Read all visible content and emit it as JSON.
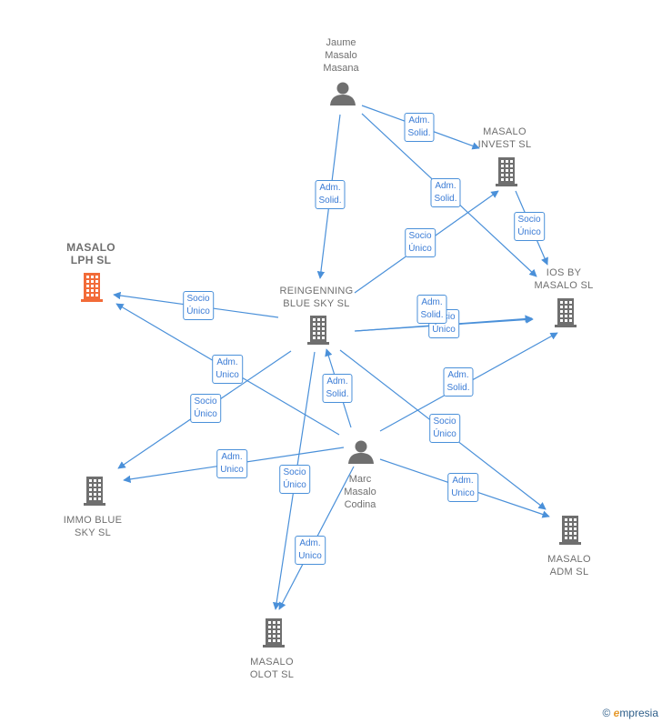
{
  "nodes": {
    "jaume": {
      "label": "Jaume\nMasalo\nMasana",
      "type": "person"
    },
    "masalo_invest": {
      "label": "MASALO\nINVEST  SL",
      "type": "company"
    },
    "masalo_lph": {
      "label": "MASALO\nLPH  SL",
      "type": "company_main"
    },
    "reingenning": {
      "label": "REINGENNING\nBLUE SKY  SL",
      "type": "company"
    },
    "ios_by_masalo": {
      "label": "IOS BY\nMASALO  SL",
      "type": "company"
    },
    "marc": {
      "label": "Marc\nMasalo\nCodina",
      "type": "person"
    },
    "immo_blue_sky": {
      "label": "IMMO BLUE\nSKY  SL",
      "type": "company"
    },
    "masalo_adm": {
      "label": "MASALO\nADM  SL",
      "type": "company"
    },
    "masalo_olot": {
      "label": "MASALO\nOLOT  SL",
      "type": "company"
    }
  },
  "edges": [
    {
      "label": "Adm.\nSolid."
    },
    {
      "label": "Adm.\nSolid."
    },
    {
      "label": "Adm.\nSolid."
    },
    {
      "label": "Socio\nÚnico"
    },
    {
      "label": "Socio\nÚnico"
    },
    {
      "label": "Socio\nÚnico"
    },
    {
      "label": "Adm.\nUnico"
    },
    {
      "label": "Socio\nÚnico"
    },
    {
      "label": "Adm.\nSolid."
    },
    {
      "label": "Socio\nÚnico"
    },
    {
      "label": "Adm.\nSolid."
    },
    {
      "label": "Adm.\nSolid."
    },
    {
      "label": "Socio\nÚnico"
    },
    {
      "label": "Adm.\nUnico"
    },
    {
      "label": "Adm.\nUnico"
    },
    {
      "label": "Socio\nÚnico"
    },
    {
      "label": "Adm.\nUnico"
    }
  ],
  "colors": {
    "edge": "#4a90d9",
    "icon": "#6f6f6f",
    "highlight": "#f26b38"
  },
  "footer": {
    "copyright": "©",
    "brand_initial": "e",
    "brand_rest": "mpresia"
  }
}
